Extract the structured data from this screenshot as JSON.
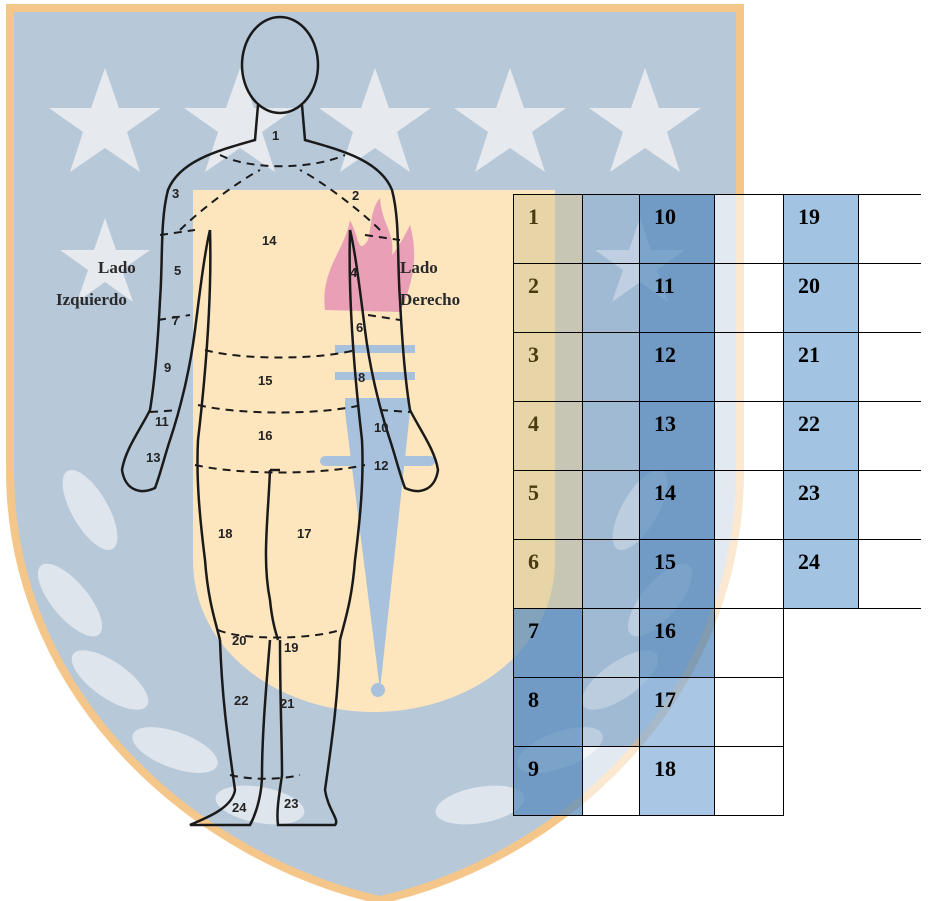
{
  "figure": {
    "left_side_label": [
      "Lado",
      "Izquierdo"
    ],
    "right_side_label": [
      "Lado",
      "Derecho"
    ],
    "regions": [
      "1",
      "2",
      "3",
      "4",
      "5",
      "6",
      "7",
      "8",
      "9",
      "10",
      "11",
      "12",
      "13",
      "14",
      "15",
      "16",
      "17",
      "18",
      "19",
      "20",
      "21",
      "22",
      "23",
      "24"
    ]
  },
  "zone_table": {
    "columns": [
      [
        "1",
        "2",
        "3",
        "4",
        "5",
        "6",
        "7",
        "8",
        "9"
      ],
      [
        "10",
        "11",
        "12",
        "13",
        "14",
        "15",
        "16",
        "17",
        "18"
      ],
      [
        "19",
        "20",
        "21",
        "22",
        "23",
        "24"
      ]
    ]
  },
  "colors": {
    "crest_blue": "#b7c8d9",
    "crest_gold": "#f5c68a",
    "crest_cream": "#fde6bd",
    "flame_pink": "#e9a0b6",
    "table_border": "#000000"
  }
}
